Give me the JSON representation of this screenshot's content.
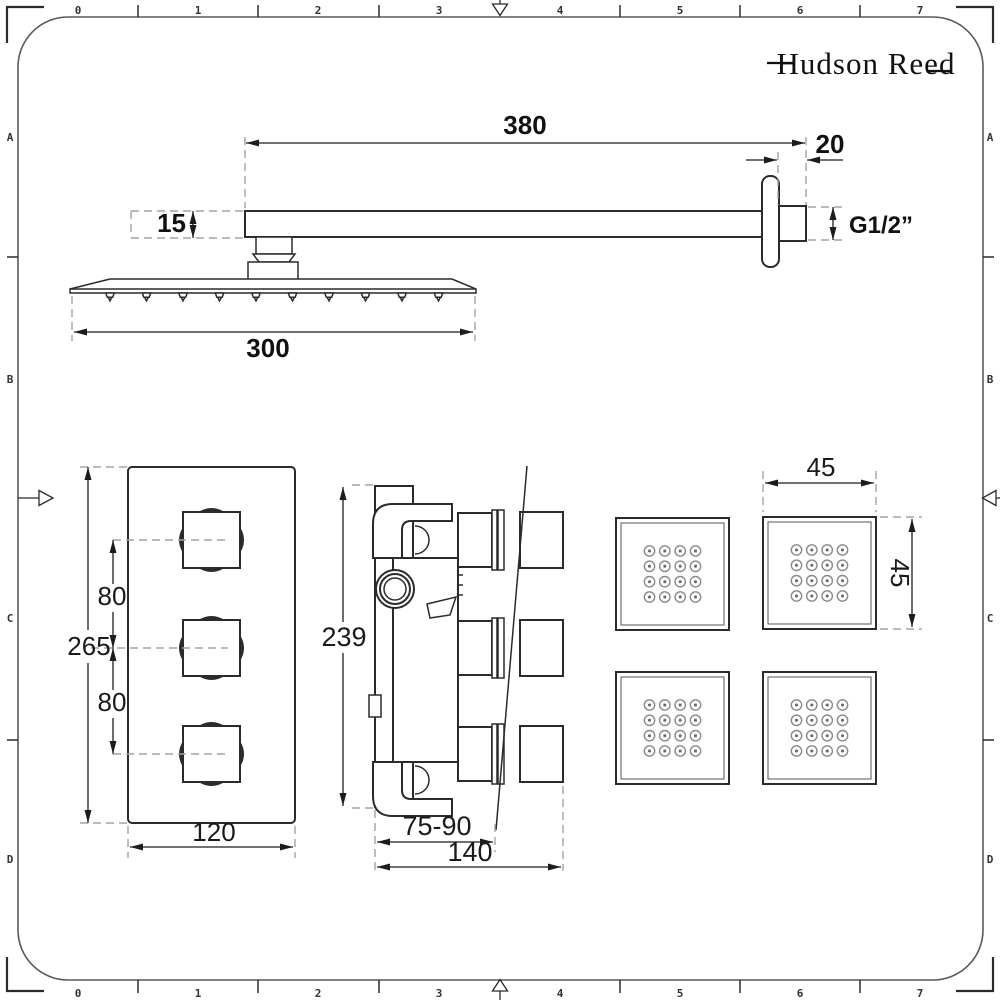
{
  "brand": {
    "logo": "Hudson Reed"
  },
  "ruler": {
    "h_labels": [
      "0",
      "1",
      "2",
      "3",
      "4",
      "5",
      "6",
      "7"
    ],
    "v_labels": [
      "A",
      "B",
      "C",
      "D"
    ]
  },
  "shower_arm": {
    "length": "380",
    "wall_stub": "20",
    "thickness": "15",
    "thread": "G1/2”"
  },
  "shower_head": {
    "width": "300"
  },
  "valve_trim": {
    "height": "265",
    "spacing_top": "80",
    "spacing_bottom": "80",
    "width": "120"
  },
  "valve_body": {
    "height": "239",
    "recess_depth": "75-90",
    "total_depth": "140"
  },
  "body_jet": {
    "width": "45",
    "height": "45"
  },
  "colors": {
    "line": "#2b2b2b",
    "dashed": "#a3a3a3",
    "frame": "#5a5a5a",
    "nozzle_ring": "#8a8a8a"
  }
}
